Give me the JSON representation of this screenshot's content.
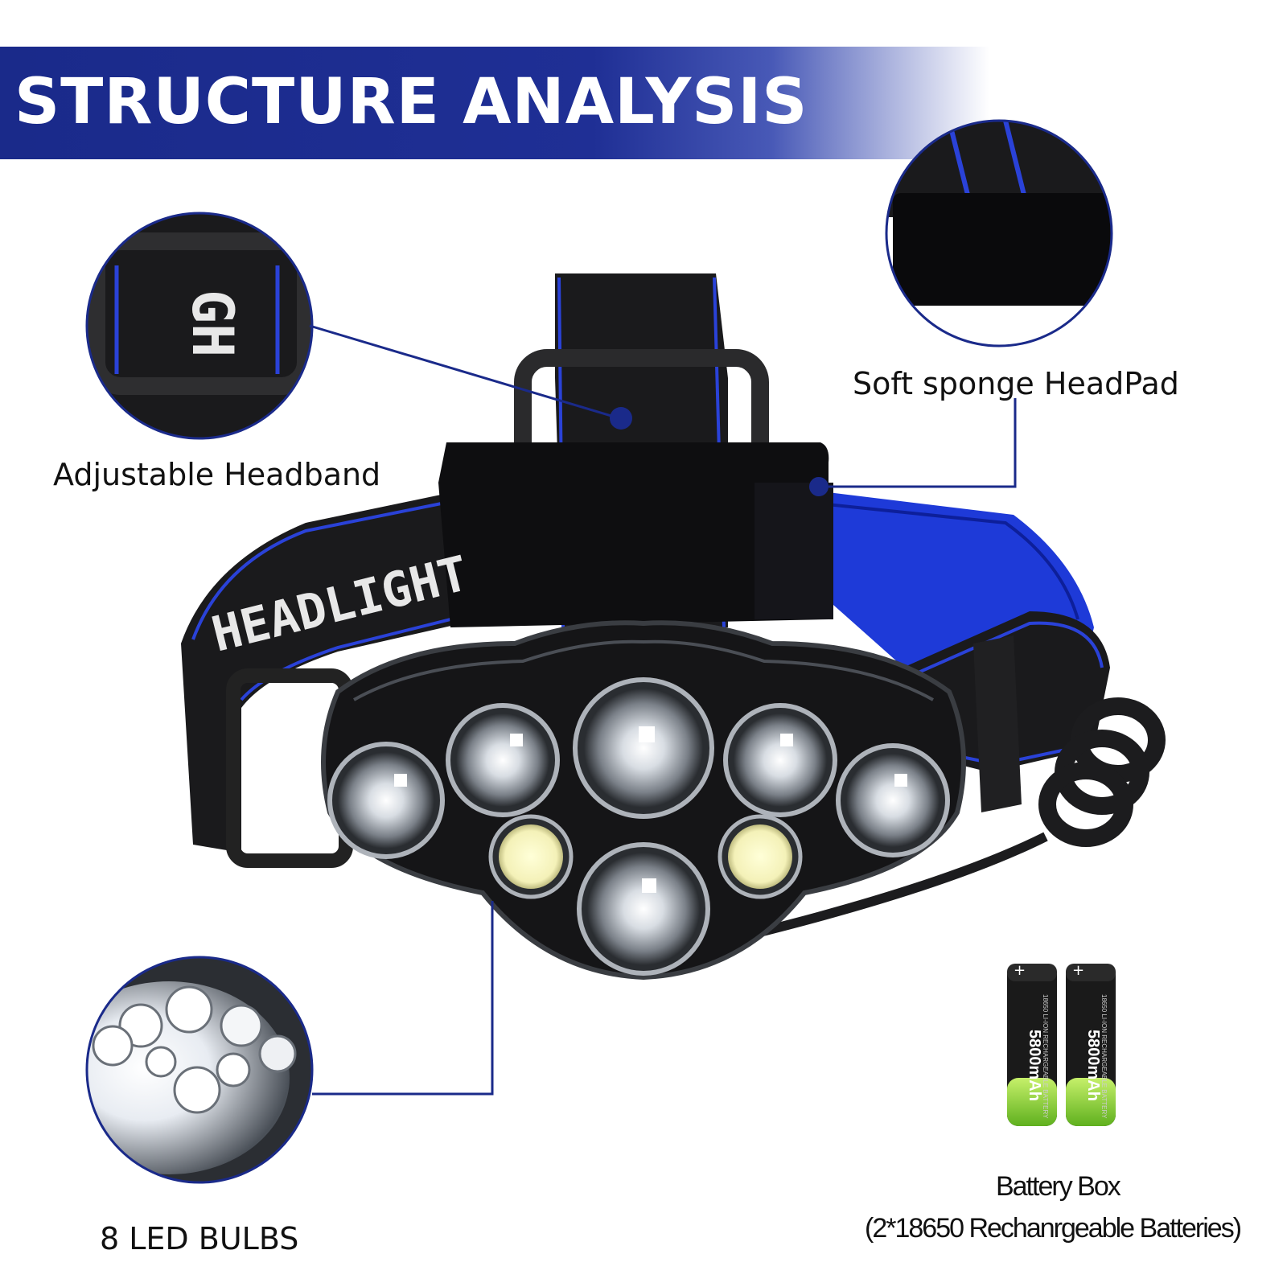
{
  "banner": {
    "title": "STRUCTURE ANALYSIS"
  },
  "strap_text": "HEADLIGHT",
  "callouts": {
    "headband": "Adjustable Headband",
    "headpad": "Soft sponge HeadPad",
    "bulbs": "8 LED BULBS",
    "battery_title": "Battery Box",
    "battery_subtitle": "(2*18650 Rechanrgeable Batteries)"
  },
  "battery": {
    "capacity_label": "5800mAh",
    "type_label": "18650 LI-ION RECHARGEABLE BATTERY",
    "body_color": "#1a1a1a",
    "cap_color": "#8fd63a"
  },
  "colors": {
    "brand_blue": "#1f2f95",
    "accent_blue": "#1e3ad8",
    "callout_line": "#1a2a8a"
  }
}
